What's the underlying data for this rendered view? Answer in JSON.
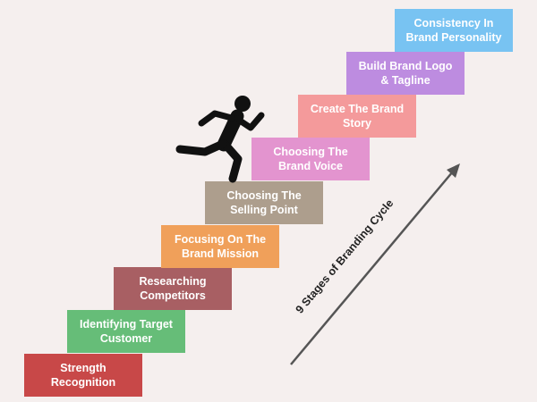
{
  "stages": [
    {
      "label": "Strength\nRecognition",
      "color": "#c84848"
    },
    {
      "label": "Identifying Target\nCustomer",
      "color": "#66bd78"
    },
    {
      "label": "Researching\nCompetitors",
      "color": "#a85f63"
    },
    {
      "label": "Focusing On The\nBrand Mission",
      "color": "#f0a05a"
    },
    {
      "label": "Choosing The\nSelling Point",
      "color": "#ad9e8d"
    },
    {
      "label": "Choosing The\nBrand Voice",
      "color": "#e394cf"
    },
    {
      "label": "Create The Brand\nStory",
      "color": "#f49a9b"
    },
    {
      "label": "Build Brand Logo\n& Tagline",
      "color": "#bd8ce0"
    },
    {
      "label": "Consistency In\nBrand Personality",
      "color": "#78c3f2"
    }
  ],
  "arrow_label": "9 Stages of Branding Cycle",
  "icons": {
    "runner": "running-person-icon",
    "arrow": "diagonal-arrow-icon"
  }
}
